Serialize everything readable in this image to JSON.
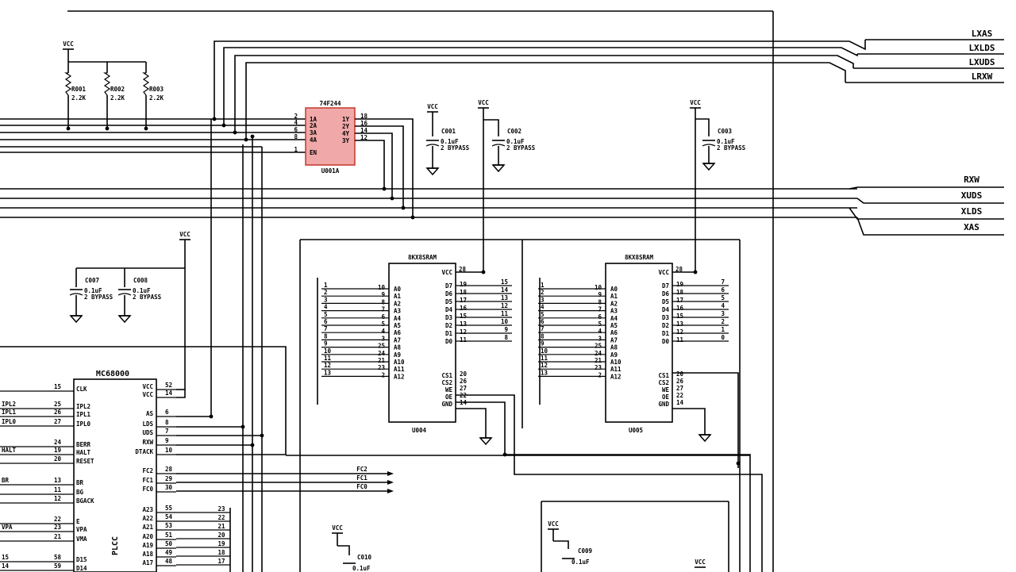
{
  "colors": {
    "highlight_fill": "#f0a8a8",
    "highlight_stroke": "#c0392b",
    "ink": "#000000"
  },
  "outputs_top": [
    "LXAS",
    "LXLDS",
    "LXUDS",
    "LRXW"
  ],
  "outputs_mid": [
    "RXW",
    "XUDS",
    "XLDS",
    "XAS"
  ],
  "resistors": [
    {
      "ref": "R001",
      "value": "2.2K"
    },
    {
      "ref": "R002",
      "value": "2.2K"
    },
    {
      "ref": "R003",
      "value": "2.2K"
    }
  ],
  "power_label": "VCC",
  "buffer": {
    "part": "74F244",
    "ref": "U001A",
    "in_pins": [
      "2",
      "4",
      "6",
      "8",
      "1"
    ],
    "in_names": [
      "1A",
      "2A",
      "3A",
      "4A",
      "EN"
    ],
    "out_names": [
      "1Y",
      "2Y",
      "4Y",
      "3Y"
    ],
    "out_pins": [
      "18",
      "16",
      "14",
      "12"
    ]
  },
  "capacitors": [
    {
      "ref": "C001",
      "value": "0.1uF",
      "note": "BYPASS"
    },
    {
      "ref": "C002",
      "value": "0.1uF",
      "note": "BYPASS"
    },
    {
      "ref": "C003",
      "value": "0.1uF",
      "note": "BYPASS"
    },
    {
      "ref": "C007",
      "value": "0.1uF",
      "note": "BYPASS"
    },
    {
      "ref": "C008",
      "value": "0.1uF",
      "note": "BYPASS"
    },
    {
      "ref": "C010",
      "value": "0.1uF",
      "note": ""
    },
    {
      "ref": "C009",
      "value": "0.1uF",
      "note": ""
    }
  ],
  "ram1": {
    "type": "8KX8SRAM",
    "ref": "U004",
    "addr_names": [
      "A0",
      "A1",
      "A2",
      "A3",
      "A4",
      "A5",
      "A6",
      "A7",
      "A8",
      "A9",
      "A10",
      "A11",
      "A12"
    ],
    "addr_pins": [
      "10",
      "9",
      "8",
      "7",
      "6",
      "5",
      "4",
      "3",
      "25",
      "24",
      "21",
      "23",
      "2"
    ],
    "line_nums": [
      "1",
      "2",
      "3",
      "4",
      "5",
      "6",
      "7",
      "8",
      "9",
      "10",
      "11",
      "12",
      "13"
    ],
    "data_names": [
      "D7",
      "D6",
      "D5",
      "D4",
      "D3",
      "D2",
      "D1",
      "D0"
    ],
    "data_pins": [
      "19",
      "18",
      "17",
      "16",
      "15",
      "13",
      "12",
      "11"
    ],
    "bit_labels": [
      "15",
      "14",
      "13",
      "12",
      "11",
      "10",
      "9",
      "8"
    ],
    "vcc_name": "VCC",
    "vcc_pin": "28",
    "ctrl_names": [
      "CS1",
      "CS2",
      "WE",
      "OE",
      "GND"
    ],
    "ctrl_pins": [
      "20",
      "26",
      "27",
      "22",
      "14"
    ]
  },
  "ram2": {
    "type": "8KX8SRAM",
    "ref": "U005",
    "addr_names": [
      "A0",
      "A1",
      "A2",
      "A3",
      "A4",
      "A5",
      "A6",
      "A7",
      "A8",
      "A9",
      "A10",
      "A11",
      "A12"
    ],
    "addr_pins": [
      "10",
      "9",
      "8",
      "7",
      "6",
      "5",
      "4",
      "3",
      "25",
      "24",
      "21",
      "23",
      "2"
    ],
    "line_nums": [
      "1",
      "2",
      "3",
      "4",
      "5",
      "6",
      "7",
      "8",
      "9",
      "10",
      "11",
      "12",
      "13"
    ],
    "data_names": [
      "D7",
      "D6",
      "D5",
      "D4",
      "D3",
      "D2",
      "D1",
      "D0"
    ],
    "data_pins": [
      "19",
      "18",
      "17",
      "16",
      "15",
      "13",
      "12",
      "11"
    ],
    "bit_labels": [
      "7",
      "6",
      "5",
      "4",
      "3",
      "2",
      "1",
      "0"
    ],
    "vcc_name": "VCC",
    "vcc_pin": "28",
    "ctrl_names": [
      "CS1",
      "CS2",
      "WE",
      "OE",
      "GND"
    ],
    "ctrl_pins": [
      "20",
      "26",
      "27",
      "22",
      "14"
    ]
  },
  "cpu": {
    "part": "MC68000",
    "package": "PLCC",
    "left_ext": [
      "IPL2",
      "IPL1",
      "IPL0",
      "",
      "HALT",
      "",
      "BR",
      "",
      "",
      "VPA",
      "",
      "15",
      "14"
    ],
    "left_pins": [
      "15",
      "25",
      "26",
      "27",
      "24",
      "19",
      "20",
      "13",
      "11",
      "12",
      "22",
      "23",
      "21",
      "58",
      "59"
    ],
    "left_names": [
      "CLK",
      "IPL2",
      "IPL1",
      "IPL0",
      "BERR",
      "HALT",
      "RESET",
      "BR",
      "BG",
      "BGACK",
      "E",
      "VPA",
      "VMA",
      "D15",
      "D14"
    ],
    "right_names": [
      "VCC",
      "VCC",
      "AS",
      "LDS",
      "UDS",
      "RXW",
      "DTACK",
      "FC2",
      "FC1",
      "FC0",
      "A23",
      "A22",
      "A21",
      "A20",
      "A19",
      "A18",
      "A17"
    ],
    "right_pins": [
      "52",
      "14",
      "6",
      "8",
      "7",
      "9",
      "10",
      "28",
      "29",
      "30",
      "55",
      "54",
      "53",
      "51",
      "50",
      "49",
      "48"
    ],
    "addr_ext": [
      "23",
      "22",
      "21",
      "20",
      "19",
      "18",
      "17"
    ],
    "fc_out": [
      "FC2",
      "FC1",
      "FC0"
    ]
  }
}
